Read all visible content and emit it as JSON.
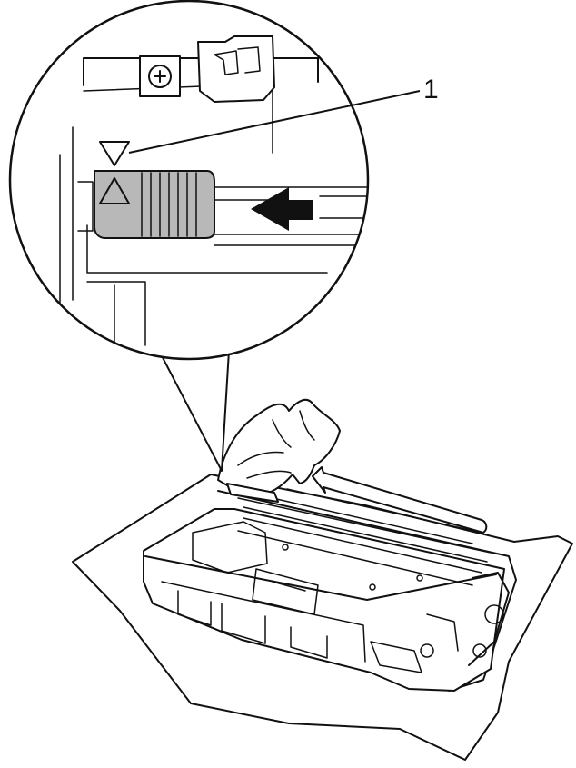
{
  "figure": {
    "callout_number": "1",
    "colors": {
      "line": "#111111",
      "slider_fill": "#b8b8b8",
      "background": "#ffffff"
    },
    "icons": [
      "screw-icon",
      "triangle-down-mark",
      "triangle-up-mark",
      "arrow-left-icon"
    ]
  }
}
